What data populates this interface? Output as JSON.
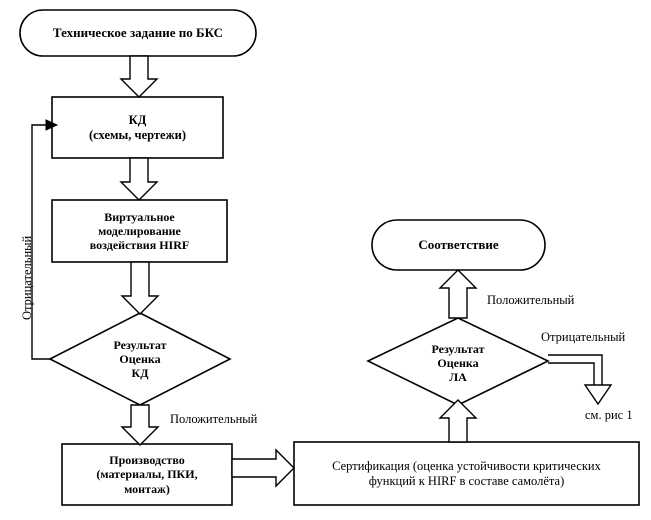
{
  "diagram": {
    "title_context": "HIRF certification process flowchart (Russian)",
    "nodes": {
      "start": {
        "label": "Техническое задание по БКС",
        "shape": "rounded-terminator"
      },
      "kd": {
        "label": "КД\n(схемы, чертежи)",
        "shape": "rectangle"
      },
      "virtual": {
        "label": "Виртуальное\nмоделирование\nвоздействия HIRF",
        "shape": "rectangle"
      },
      "decision_kd": {
        "label": "Результат\nОценка\nКД",
        "shape": "diamond"
      },
      "production": {
        "label": "Производство\n(материалы, ПКИ,\nмонтаж)",
        "shape": "rectangle"
      },
      "certification": {
        "label": "Сертификация (оценка устойчивости критических\nфункций к HIRF в составе самолёта)",
        "shape": "rectangle"
      },
      "decision_la": {
        "label": "Результат\nОценка\nЛА",
        "shape": "diamond"
      },
      "conformity": {
        "label": "Соответствие",
        "shape": "rounded-terminator"
      }
    },
    "edge_labels": {
      "negative_left": "Отрицательный",
      "positive_left": "Положительный",
      "positive_right": "Положительный",
      "negative_right": "Отрицательный",
      "see_figure": "см. рис 1"
    },
    "colors": {
      "stroke": "#000000",
      "fill": "#ffffff",
      "background": "#ffffff"
    }
  }
}
